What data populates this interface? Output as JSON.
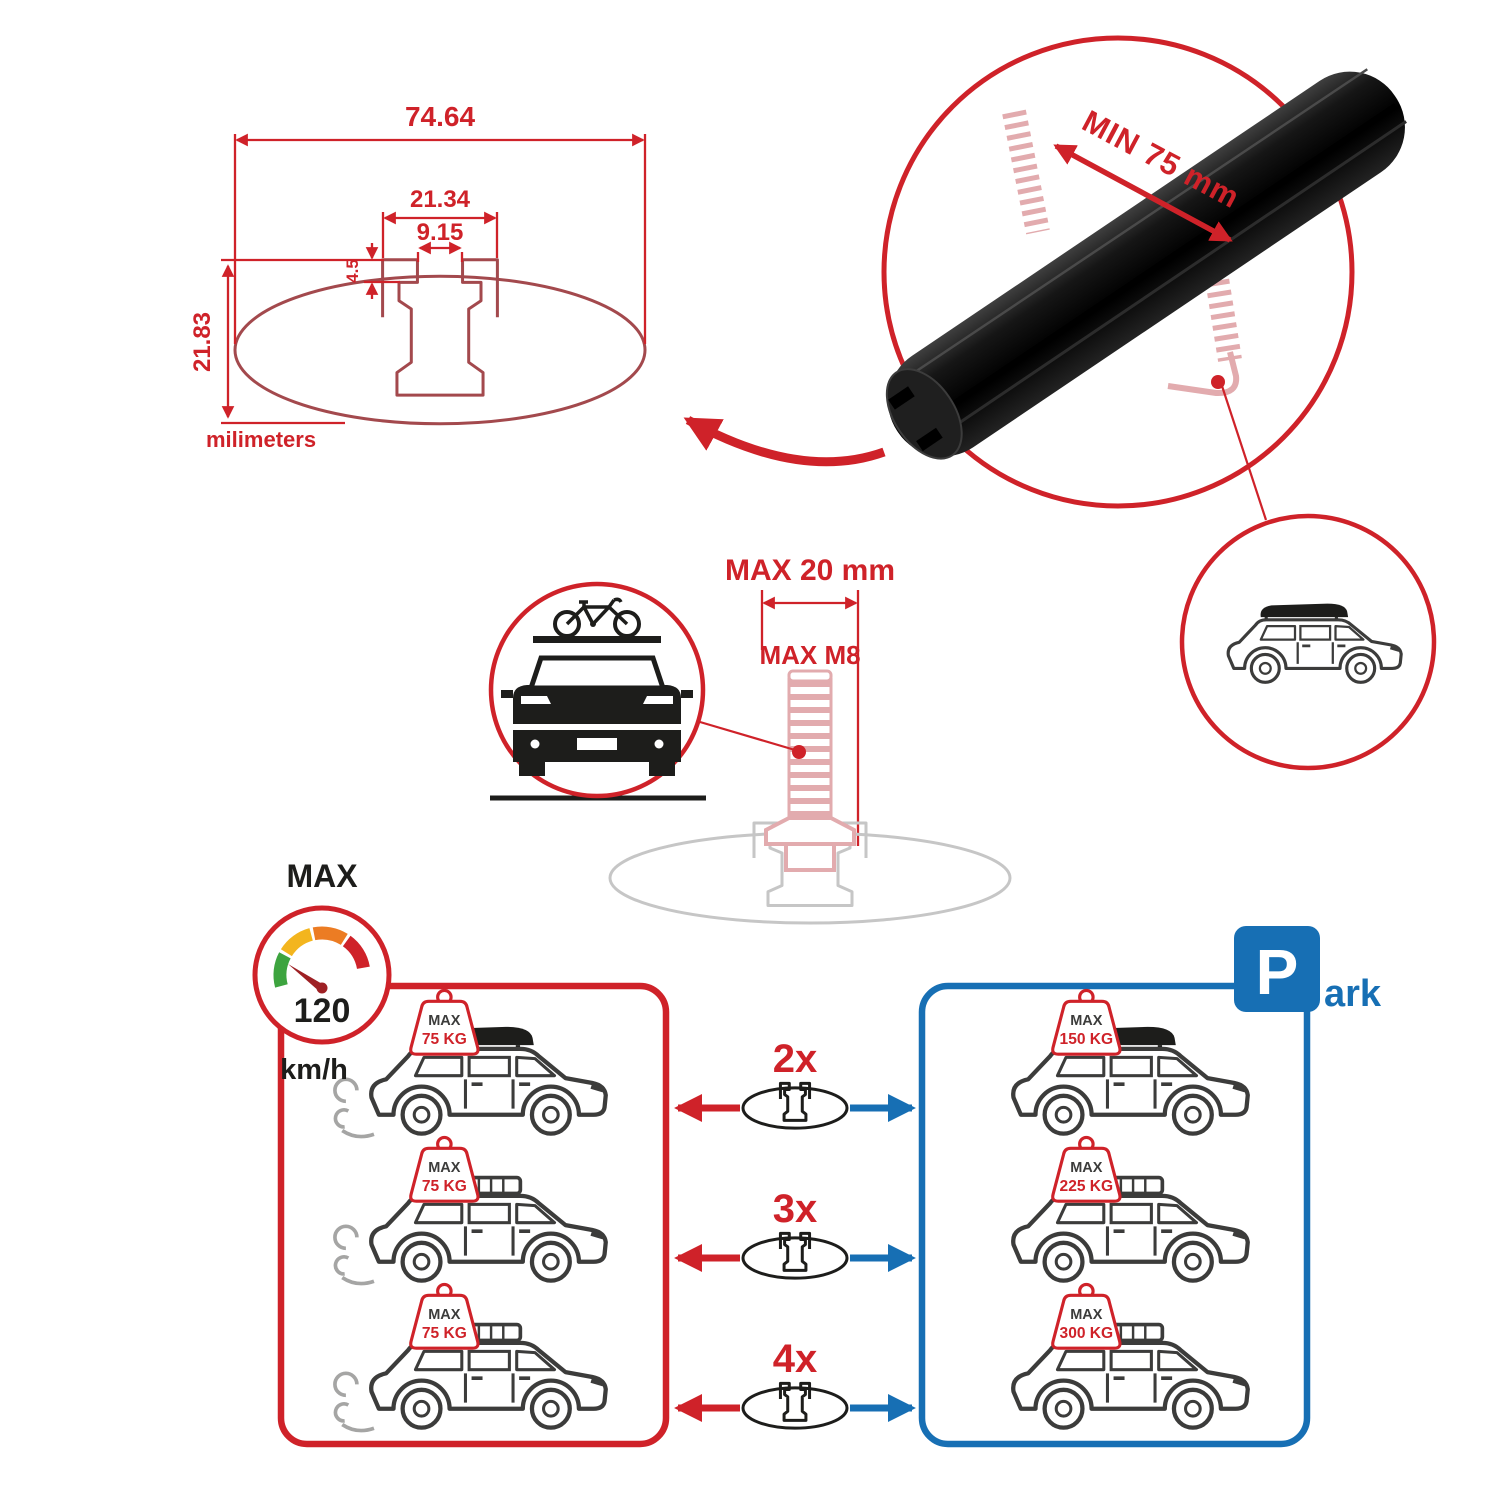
{
  "dims": {
    "total_width": "74.64",
    "mid_width": "21.34",
    "slot_width": "9.15",
    "lip_height": "4.5",
    "total_height": "21.83",
    "unit": "milimeters"
  },
  "bar": {
    "min_span": "MIN 75 mm"
  },
  "bolt": {
    "max_width": "MAX 20 mm",
    "thread": "MAX M8"
  },
  "speed": {
    "label": "MAX",
    "value": "120",
    "unit": "km/h"
  },
  "park": {
    "p": "P",
    "suffix": "ark"
  },
  "loads": {
    "left": [
      {
        "label": "MAX",
        "weight": "75 KG"
      },
      {
        "label": "MAX",
        "weight": "75 KG"
      },
      {
        "label": "MAX",
        "weight": "75 KG"
      }
    ],
    "right": [
      {
        "label": "MAX",
        "weight": "150 KG"
      },
      {
        "label": "MAX",
        "weight": "225 KG"
      },
      {
        "label": "MAX",
        "weight": "300 KG"
      }
    ]
  },
  "counts": [
    "2x",
    "3x",
    "4x"
  ],
  "colors": {
    "red": "#cf2229",
    "blue": "#176fb4",
    "black": "#1d1d1b",
    "pink": "#e2abae",
    "gray": "#c6c6c6",
    "profile_red": "#a3494d"
  }
}
